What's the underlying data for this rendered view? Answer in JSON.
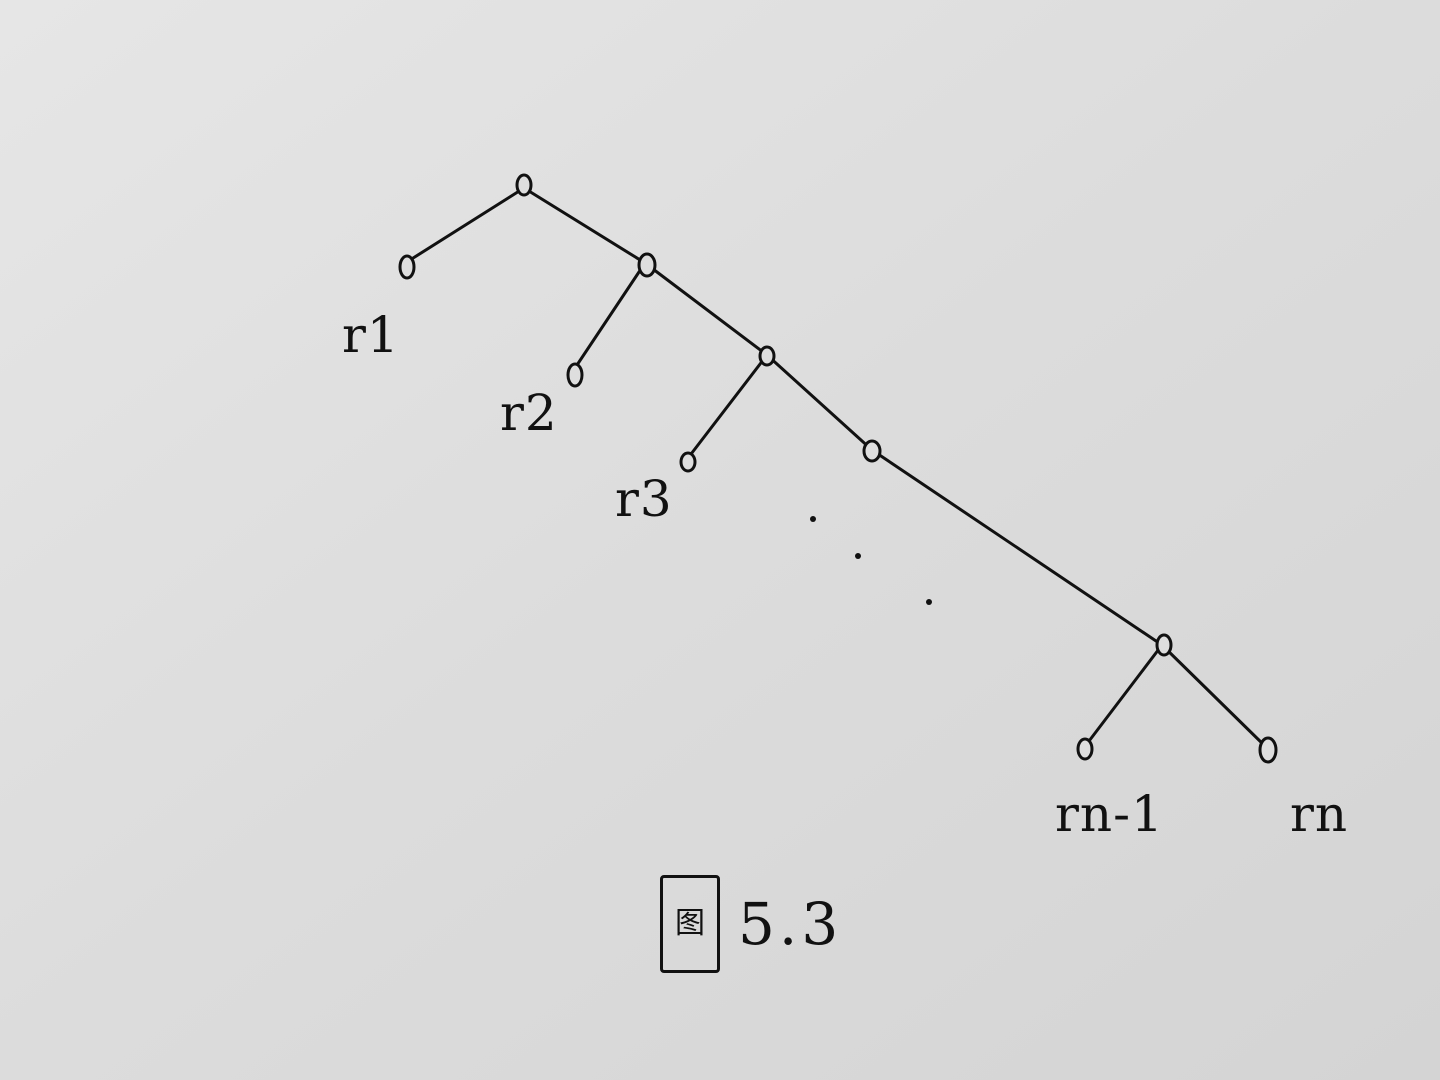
{
  "diagram": {
    "labels": {
      "r1": "r1",
      "r2": "r2",
      "r3": "r3",
      "rn1": "rn-1",
      "rn": "rn"
    },
    "caption": {
      "mark": "图",
      "number": "5.3"
    },
    "colors": {
      "ink": "#111111",
      "paper": "#dedede"
    }
  }
}
